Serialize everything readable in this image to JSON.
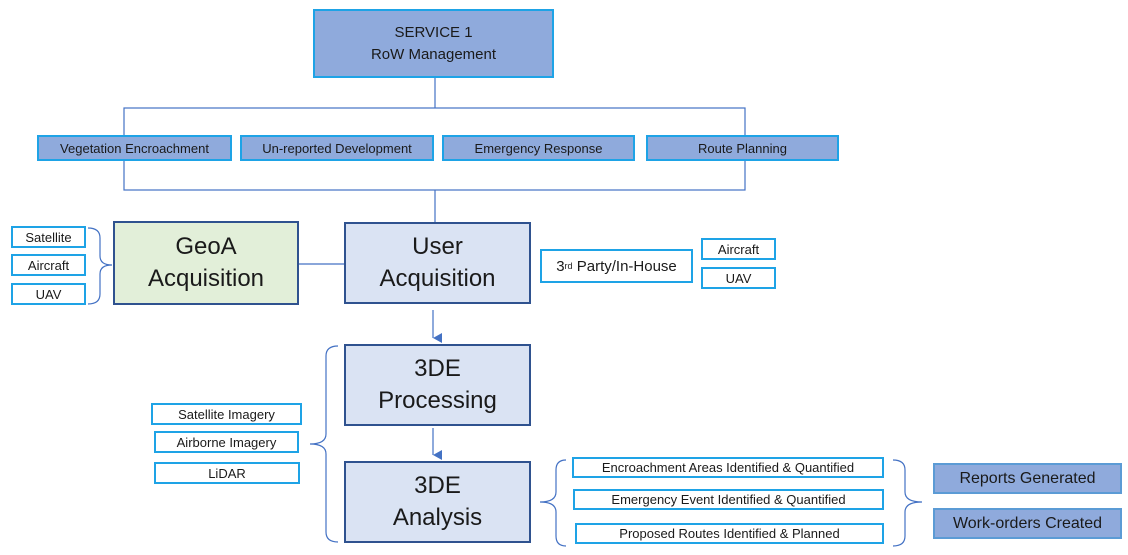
{
  "service": {
    "line1": "SERVICE 1",
    "line2": "RoW Management"
  },
  "categories": [
    "Vegetation Encroachment",
    "Un-reported Development",
    "Emergency Response",
    "Route Planning"
  ],
  "geoa": {
    "line1": "GeoA",
    "line2": "Acquisition"
  },
  "geoa_sources": [
    "Satellite",
    "Aircraft",
    "UAV"
  ],
  "user_acq": {
    "line1": "User",
    "line2": "Acquisition"
  },
  "third_party": {
    "prefix": "3",
    "sup": "rd",
    "rest": " Party/In-House"
  },
  "user_sources": [
    "Aircraft",
    "UAV"
  ],
  "processing": {
    "line1": "3DE",
    "line2": "Processing"
  },
  "imagery_sources": [
    "Satellite Imagery",
    "Airborne Imagery",
    "LiDAR"
  ],
  "analysis": {
    "line1": "3DE",
    "line2": "Analysis"
  },
  "analysis_results": [
    "Encroachment Areas Identified & Quantified",
    "Emergency Event Identified & Quantified",
    "Proposed Routes Identified & Planned"
  ],
  "outputs": [
    "Reports Generated",
    "Work-orders Created"
  ],
  "colors": {
    "connector": "#4472c4",
    "box_border_light": "#1ea3e6",
    "box_border_dark": "#2f528f",
    "fill_blue": "#8faadc",
    "fill_light_blue": "#dae3f3",
    "fill_light_green": "#e2efd9"
  }
}
